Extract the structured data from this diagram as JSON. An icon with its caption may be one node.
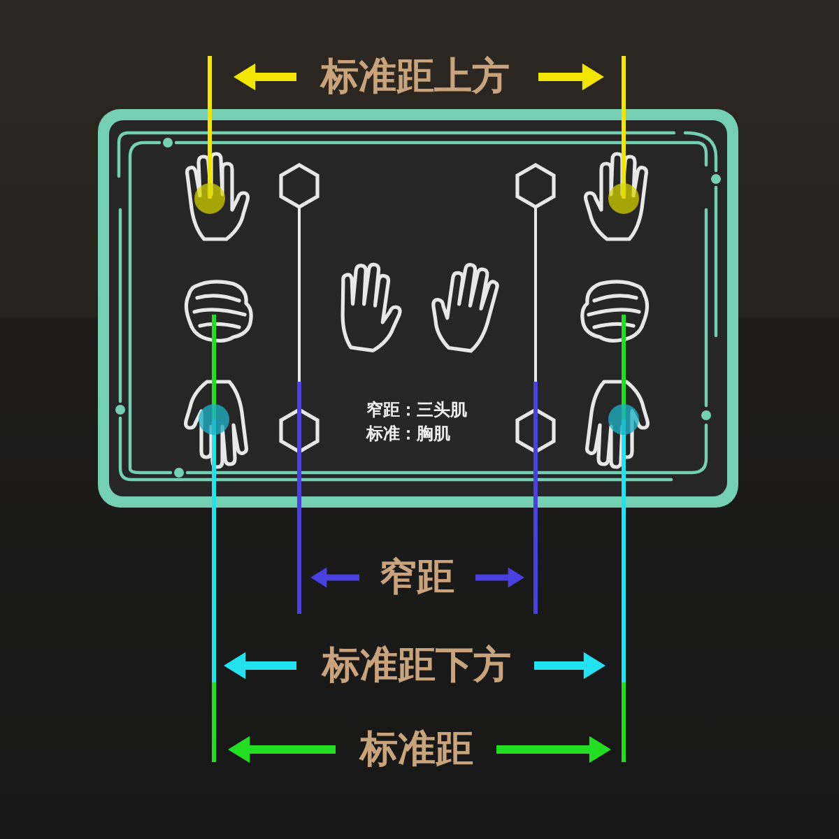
{
  "diagram": {
    "labels": [
      "标准距上方",
      "窄距：三头肌",
      "标准：胸肌",
      "窄距",
      "标准距下方",
      "标准距"
    ]
  }
}
